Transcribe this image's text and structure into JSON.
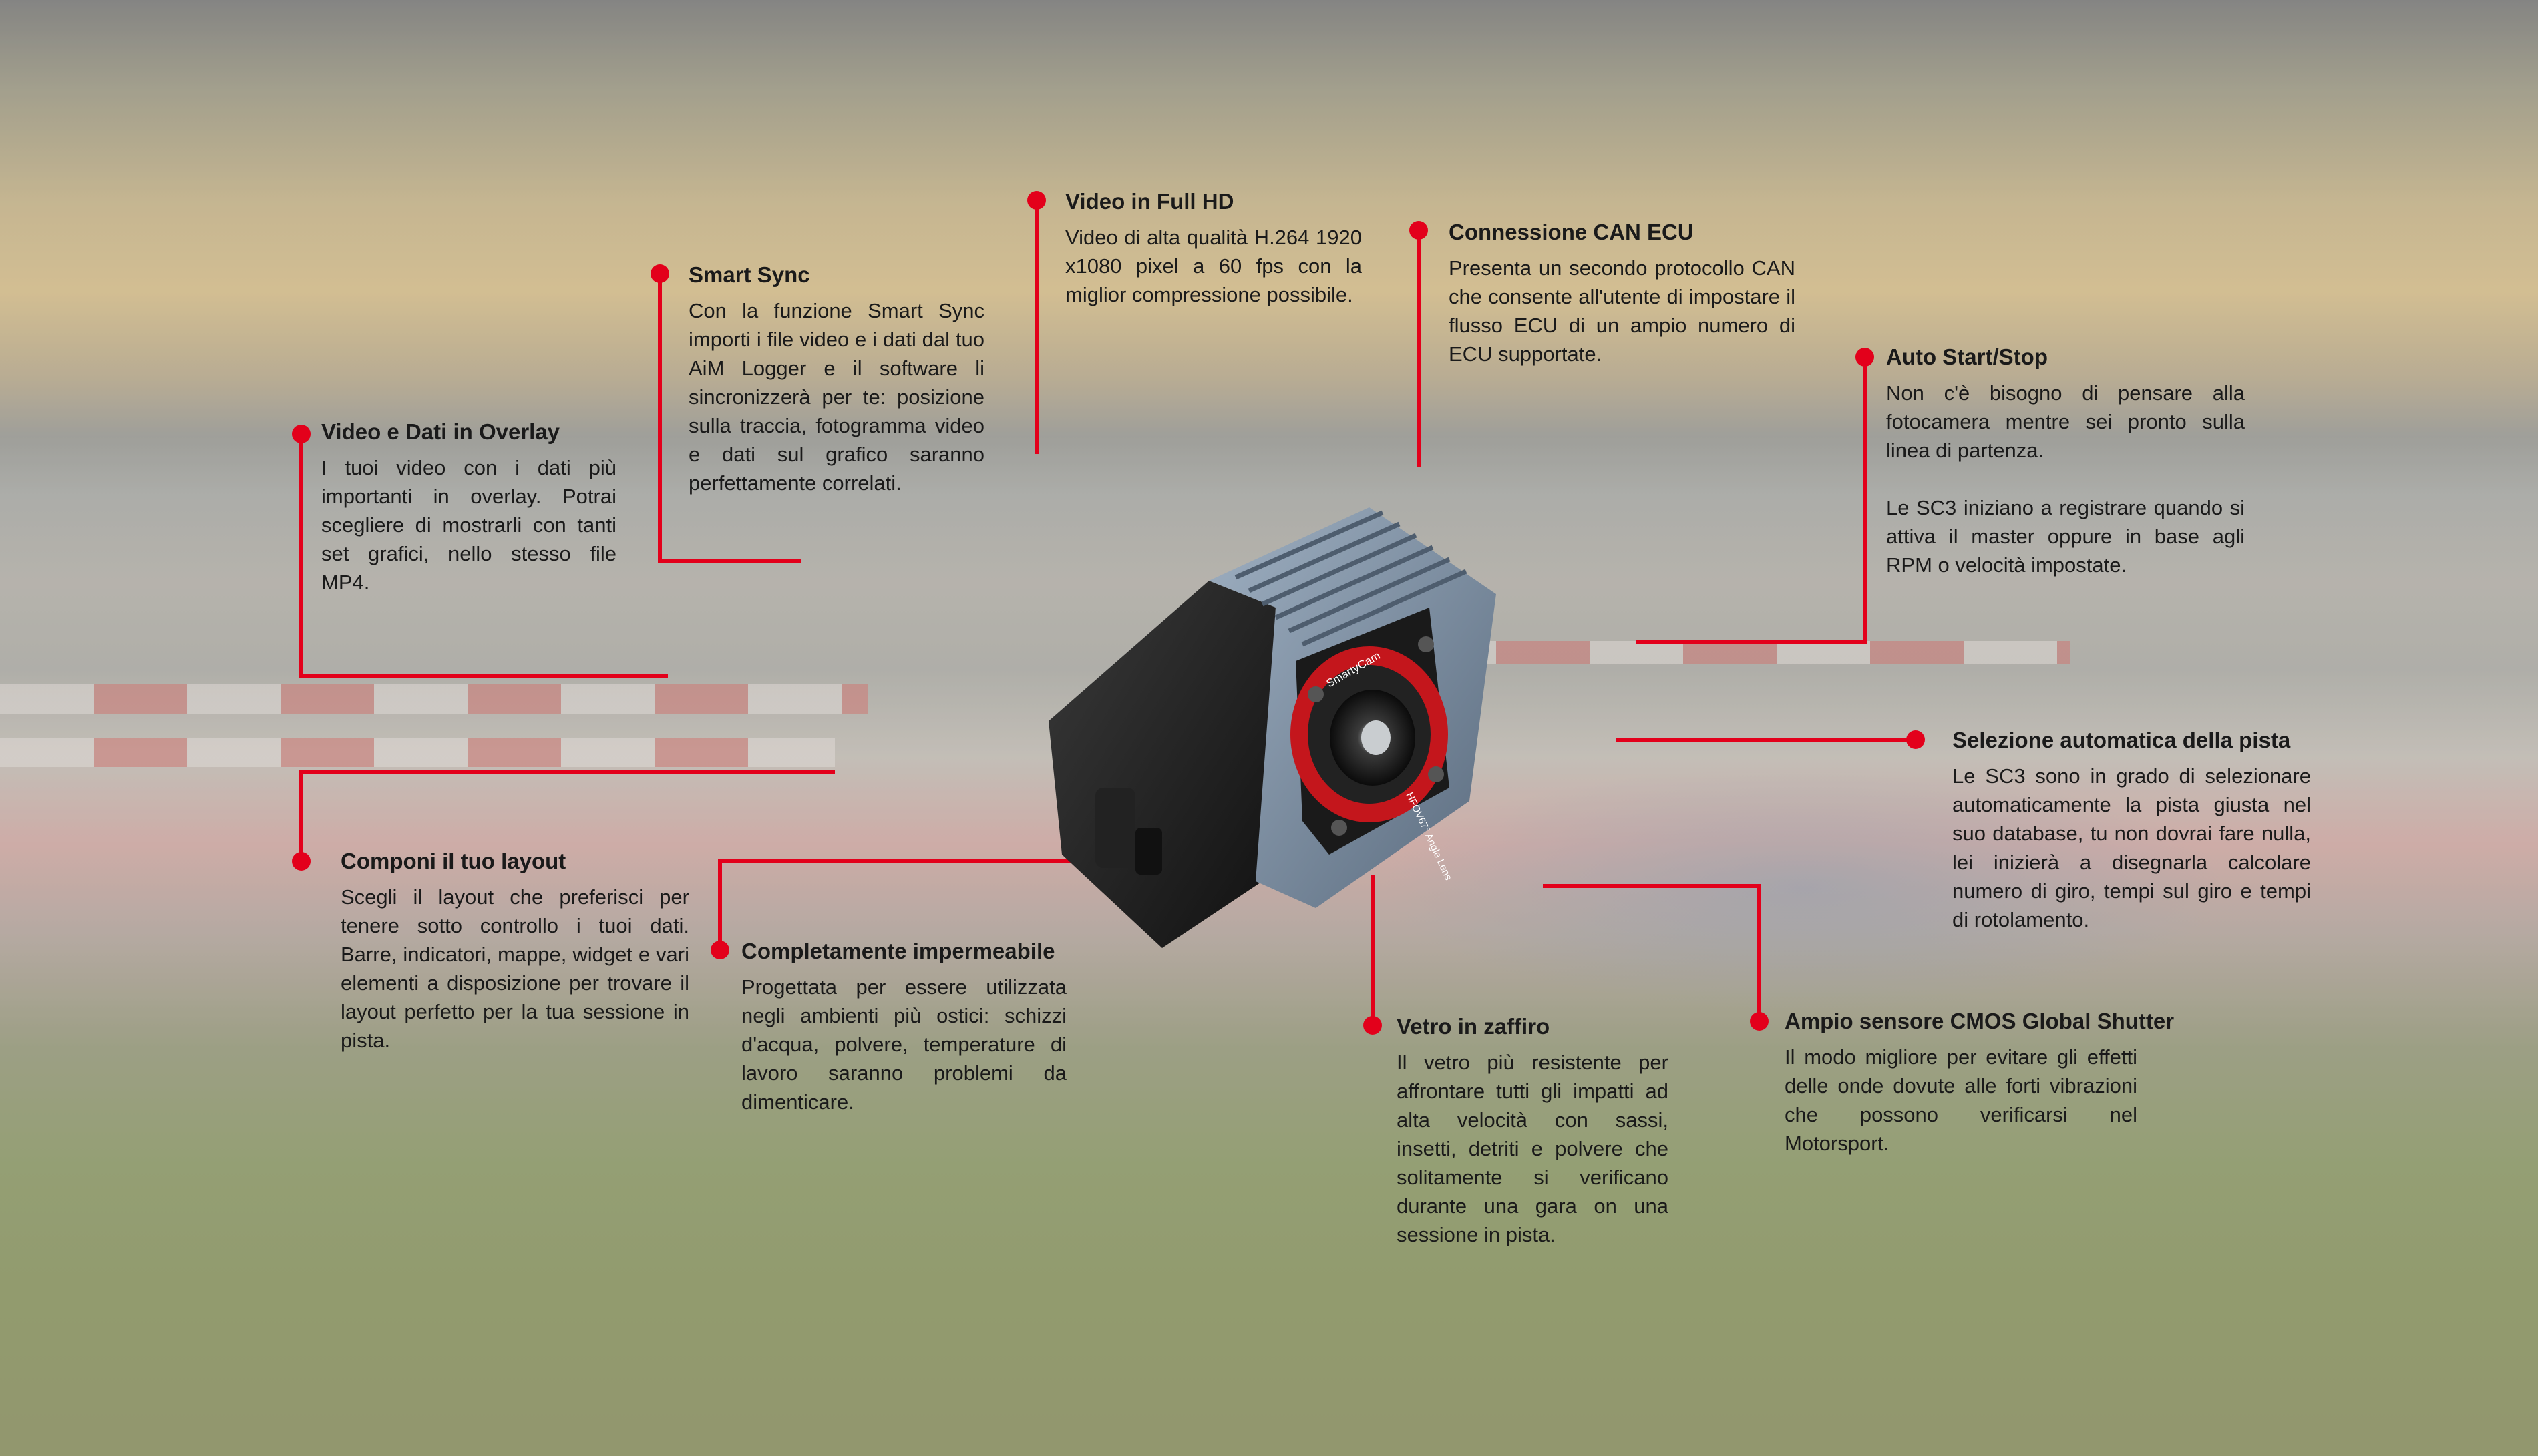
{
  "accent_color": "#e3001b",
  "features": {
    "overlay": {
      "title": "Video e Dati in Overlay",
      "body": "I tuoi video con i dati più importanti in overlay. Potrai scegliere di mostrarli con tanti set grafici, nello stesso file MP4."
    },
    "smart_sync": {
      "title": "Smart Sync",
      "body": "Con la funzione Smart Sync importi i file video e i dati dal tuo AiM Logger e il software li sincronizzerà per te: posizione sulla traccia, fotogramma video e dati sul grafico saranno perfettamente correlati."
    },
    "full_hd": {
      "title": "Video in Full HD",
      "body": "Video di alta qualità H.264 1920 x1080 pixel a 60 fps con la miglior compressione possibile."
    },
    "can_ecu": {
      "title": "Connessione CAN ECU",
      "body": "Presenta un secondo protocollo CAN che consente all'utente di impostare il flusso ECU di un ampio numero di ECU supportate."
    },
    "auto_start": {
      "title": "Auto Start/Stop",
      "body": "Non c'è bisogno di pensare alla fotocamera mentre sei pronto sulla linea di partenza.",
      "body2": "Le SC3 iniziano a registrare quando si attiva il master oppure in base agli RPM o velocità impostate."
    },
    "track_select": {
      "title": "Selezione automatica della pista",
      "body": "Le SC3 sono in grado di selezionare automaticamente la pista giusta nel suo database, tu non dovrai fare nulla, lei inizierà a disegnarla calcolare numero di giro, tempi sul giro e tempi di rotolamento."
    },
    "layout": {
      "title": "Componi il tuo layout",
      "body": "Scegli il layout che preferisci per tenere sotto controllo i tuoi dati. Barre, indicatori, mappe, widget e vari elementi a disposizione per trovare il layout perfetto per la tua sessione in pista."
    },
    "waterproof": {
      "title": "Completamente impermeabile",
      "body": "Progettata per essere utilizzata negli ambienti più ostici: schizzi d'acqua, polvere, temperature di lavoro saranno problemi da dimenticare."
    },
    "sapphire": {
      "title": "Vetro in zaffiro",
      "body": "Il vetro più resistente per affrontare tutti gli impatti ad alta velocità con sassi, insetti, detriti e polvere che solitamente si verificano durante una gara on una sessione in pista."
    },
    "cmos": {
      "title": "Ampio sensore CMOS Global Shutter",
      "body": "Il modo migliore per evitare gli effetti delle onde dovute alle forti vibrazioni che possono verificarsi nel Motorsport."
    }
  },
  "camera": {
    "lens_text_1": "SmartyCam",
    "lens_text_2": "HFOV67° Angle Lens"
  }
}
